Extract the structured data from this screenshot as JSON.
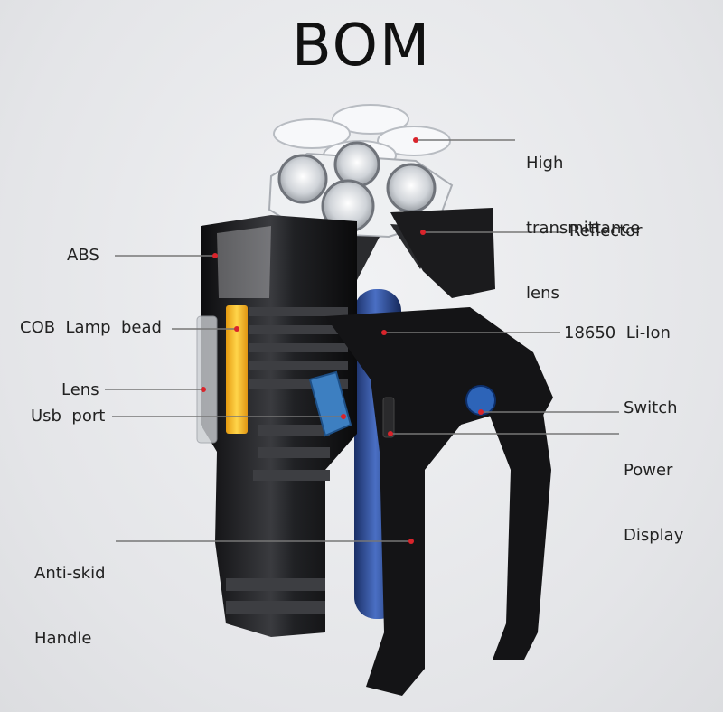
{
  "title": "BOM",
  "labels": {
    "lens_top": [
      "High",
      "transmittance",
      "lens"
    ],
    "reflector": "Reflector",
    "abs": "ABS",
    "cob": "COB  Lamp  bead",
    "battery": "18650  Li-Ion",
    "lens_side": "Lens",
    "usb": "Usb  port",
    "switch": "Switch",
    "power": [
      "Power",
      "Display"
    ],
    "handle": [
      "Anti-skid",
      "Handle"
    ]
  },
  "colors": {
    "marker": "#d9242b",
    "leader": "#777777",
    "body": "#1b1b1d",
    "cob": "#f3b81a",
    "battery": "#2c4f9c",
    "usb": "#3d7fc1"
  }
}
